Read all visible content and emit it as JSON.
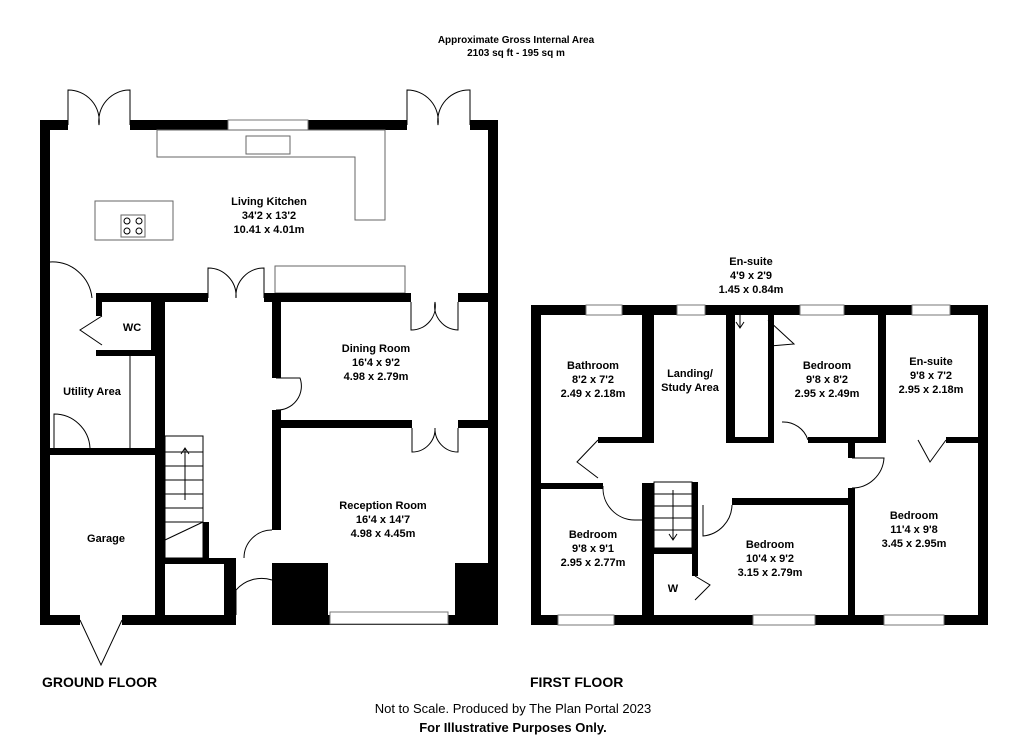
{
  "header": {
    "area_title": "Approximate Gross Internal Area",
    "area_value": "2103 sq ft - 195 sq m"
  },
  "ground_floor": {
    "label": "GROUND FLOOR",
    "rooms": {
      "living_kitchen": {
        "name": "Living Kitchen",
        "imperial": "34'2 x 13'2",
        "metric": "10.41 x 4.01m"
      },
      "wc": {
        "name": "WC"
      },
      "utility": {
        "name": "Utility Area"
      },
      "dining": {
        "name": "Dining Room",
        "imperial": "16'4 x 9'2",
        "metric": "4.98 x 2.79m"
      },
      "reception": {
        "name": "Reception Room",
        "imperial": "16'4 x 14'7",
        "metric": "4.98 x 4.45m"
      },
      "garage": {
        "name": "Garage"
      }
    }
  },
  "first_floor": {
    "label": "FIRST FLOOR",
    "rooms": {
      "ensuite_top": {
        "name": "En-suite",
        "imperial": "4'9 x 2'9",
        "metric": "1.45 x 0.84m"
      },
      "bathroom": {
        "name": "Bathroom",
        "imperial": "8'2 x 7'2",
        "metric": "2.49 x 2.18m"
      },
      "landing": {
        "line1": "Landing/",
        "line2": "Study Area"
      },
      "bedroom_mid": {
        "name": "Bedroom",
        "imperial": "9'8 x 8'2",
        "metric": "2.95 x 2.49m"
      },
      "ensuite_right": {
        "name": "En-suite",
        "imperial": "9'8 x 7'2",
        "metric": "2.95 x 2.18m"
      },
      "bedroom_right": {
        "name": "Bedroom",
        "imperial": "11'4 x 9'8",
        "metric": "3.45 x 2.95m"
      },
      "bedroom_left": {
        "name": "Bedroom",
        "imperial": "9'8 x 9'1",
        "metric": "2.95 x 2.77m"
      },
      "bedroom_center": {
        "name": "Bedroom",
        "imperial": "10'4 x 9'2",
        "metric": "3.15 x 2.79m"
      },
      "wardrobe": {
        "name": "W"
      }
    }
  },
  "footer": {
    "line1": "Not to Scale. Produced by The Plan Portal 2023",
    "line2": "For Illustrative Purposes Only."
  }
}
